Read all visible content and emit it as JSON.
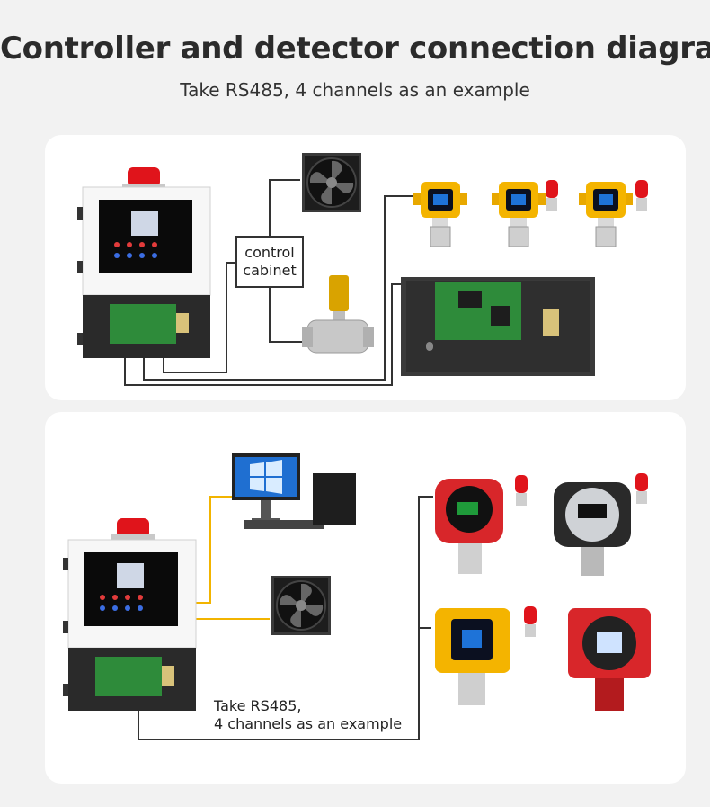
{
  "header": {
    "title": "Controller and detector connection diagra",
    "subtitle": "Take RS485, 4 channels as an example"
  },
  "diagram1": {
    "cabinet_label_line1": "control",
    "cabinet_label_line2": "cabinet"
  },
  "diagram2": {
    "bus_label_line1": "Take RS485,",
    "bus_label_line2": "4 channels as an example"
  },
  "colors": {
    "background": "#f2f2f2",
    "panel": "#ffffff",
    "wire": "#333333",
    "signal_wire": "#f2b400",
    "detector_yellow": "#f4b400",
    "detector_red": "#d8262a",
    "alarm_red": "#e0141b"
  }
}
